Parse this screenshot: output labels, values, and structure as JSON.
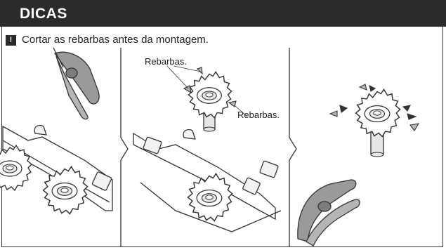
{
  "header": {
    "title": "DICAS"
  },
  "tip": {
    "badge": "!",
    "text": "Cortar as rebarbas antes da montagem."
  },
  "panel2": {
    "label_top": "Rebarbas.",
    "label_right": "Rebarbas."
  },
  "icons": [
    "cutter-pliers-icon",
    "gear-part-icon",
    "parts-frame-icon",
    "burr-fragment-icon"
  ],
  "colors": {
    "banner": "#2b2b2b",
    "line": "#333333",
    "plier_fill": "#9a9a9a",
    "sprue_fill": "#f2f2f2"
  }
}
